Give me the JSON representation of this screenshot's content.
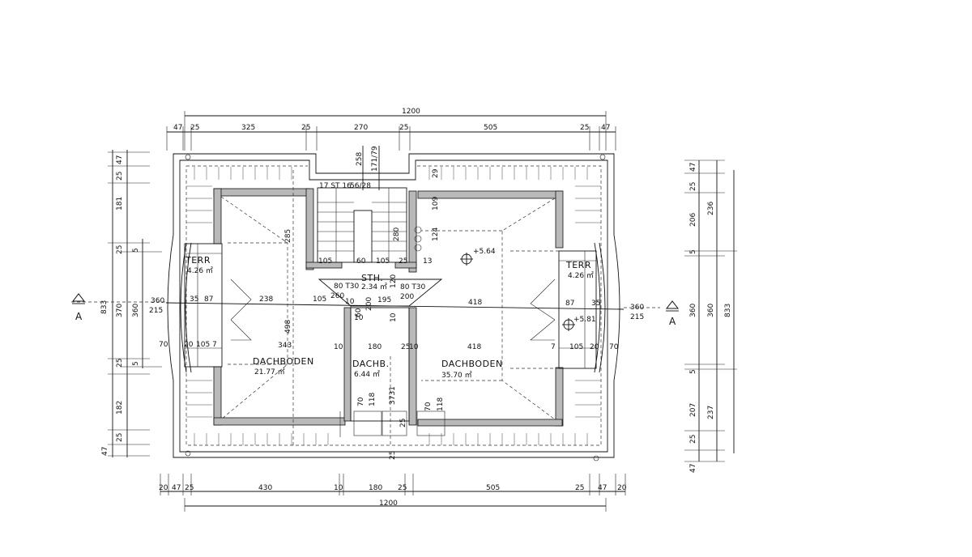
{
  "overall": {
    "width_top": "1200",
    "width_bottom": "1200",
    "depth_left": "833",
    "depth_right": "833"
  },
  "top_dims": [
    "47",
    "25",
    "325",
    "25",
    "270",
    "25",
    "505",
    "25",
    "47"
  ],
  "bottom_dims": [
    "20",
    "47",
    "25",
    "430",
    "10",
    "180",
    "25",
    "505",
    "25",
    "47",
    "20"
  ],
  "left_dims": [
    "47",
    "25",
    "181",
    "25",
    "5",
    "370",
    "360",
    "5",
    "25",
    "182",
    "25",
    "47"
  ],
  "right_dims": [
    "47",
    "25",
    "206",
    "236",
    "5",
    "360",
    "360",
    "5",
    "207",
    "237",
    "25",
    "47"
  ],
  "rooms": {
    "terr_left": {
      "name": "TERR",
      "area": "4.26 ㎡"
    },
    "terr_right": {
      "name": "TERR",
      "area": "4.26 ㎡"
    },
    "dachboden_left": {
      "name": "DACHBODEN",
      "area": "21.77 ㎡"
    },
    "dachboden_right": {
      "name": "DACHBODEN",
      "area": "35.70 ㎡"
    },
    "dachb": {
      "name": "DACHB.",
      "area": "6.44 ㎡"
    },
    "sth": {
      "name": "STH.",
      "area": "2.34 ㎡"
    }
  },
  "stair": {
    "label": "17 ST 16",
    "ratio": "56/28"
  },
  "stair_dims": {
    "d258": "258",
    "d171": "171/79"
  },
  "doors": {
    "left": "80 T30",
    "right": "80 T30"
  },
  "levels": {
    "upper": "+5.64",
    "lower": "+5.81"
  },
  "interior_dims": {
    "d285": "285",
    "d498": "498",
    "d343": "343",
    "d238": "238",
    "d87l": "87",
    "d35l": "35",
    "d360l": "360",
    "d215l": "215",
    "d70l": "70",
    "d20l": "20",
    "d105l": "105",
    "d7l": "7",
    "d105a": "105",
    "d60": "60",
    "d105b": "105",
    "d25a": "25",
    "d13": "13",
    "d105c": "105",
    "d260": "260",
    "d10a": "10",
    "d60b": "60",
    "d200": "200",
    "d195": "195",
    "d200b": "200",
    "d10b": "10",
    "d180": "180",
    "d10c": "10",
    "d25b": "25",
    "d418a": "418",
    "d418b": "418",
    "d87r": "87",
    "d35r": "35",
    "d7r": "7",
    "d105r": "105",
    "d20r": "20",
    "d70r": "70",
    "d360r": "360",
    "d215r": "215",
    "d29": "29",
    "d109": "109",
    "d124": "124",
    "d280": "280",
    "d120": "120",
    "d10d": "10",
    "d10e": "10",
    "d70a": "70",
    "d118a": "118",
    "d3731": "3731",
    "d70b": "70",
    "d118b": "118",
    "d25c": "25",
    "d25d": "25"
  },
  "section_marker": "A"
}
